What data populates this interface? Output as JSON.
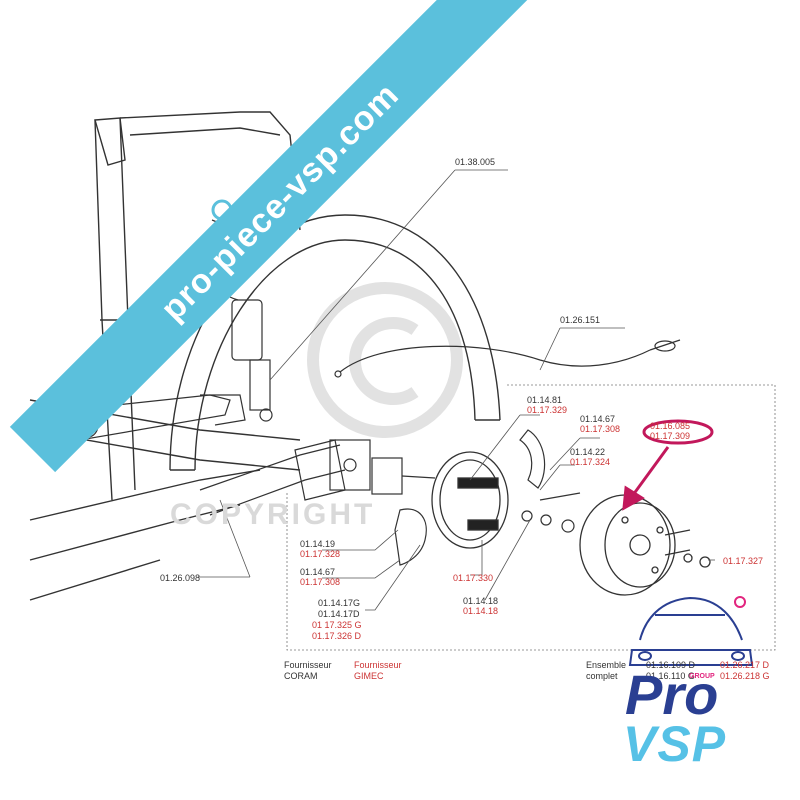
{
  "watermark": {
    "banner_text": "pro-piece-vsp.com",
    "copyright_text": "COPYRIGHT"
  },
  "labels": {
    "frame": "01.38.005",
    "cable": "01.26.151",
    "axle": "01.26.098",
    "hub_plate_a": "01.14.81",
    "hub_plate_b": "01.17.329",
    "shoe_a": "01.14.67",
    "shoe_b": "01.17.308",
    "drum_set_a": "01.16.085",
    "drum_set_b": "01.17.309",
    "spring_a": "01.14.22",
    "spring_b": "01.17.324",
    "nut_b": "01.17.327",
    "pin_a": "01.14.19",
    "pin_b": "01.17.328",
    "shoe2_a": "01.14.67",
    "shoe2_b": "01.17.308",
    "backplate_a": "01.14.17G",
    "backplate_b": "01.14.17D",
    "backplate_c": "01 17.325 G",
    "backplate_d": "01.17.326 D",
    "washer_b": "01.17.330",
    "bolt_a": "01.14.18",
    "bolt_b": "01.14.18"
  },
  "suppliers": {
    "coram_title": "Fournisseur",
    "coram_name": "CORAM",
    "gimec_title": "Fournisseur",
    "gimec_name": "GIMEC"
  },
  "assembly": {
    "title_1": "Ensemble",
    "title_2": "complet",
    "ref_1a": "01.16.109 D",
    "ref_1b": "01.16.110 G",
    "ref_2a": "01.26.217 D",
    "ref_2b": "01.26.218 G"
  },
  "logo": {
    "pro": "Pro",
    "vsp": "VSP",
    "group": "GROUP",
    "pro_color": "#2a3f92",
    "vsp_color": "#56c1e6",
    "accent_color": "#e2257f"
  },
  "colors": {
    "line": "#333333",
    "highlight": "#c2185b",
    "banner": "#5bc0dc",
    "red_text": "#cc3333"
  }
}
